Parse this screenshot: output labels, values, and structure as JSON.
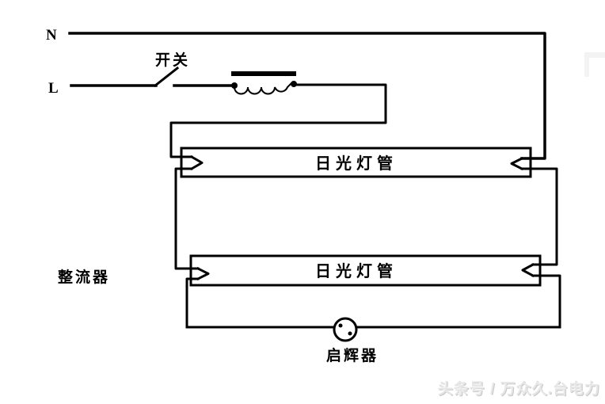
{
  "diagram": {
    "power": {
      "neutral_label": "N",
      "live_label": "L"
    },
    "switch": {
      "label": "开关"
    },
    "ballast": {
      "label": "整流器"
    },
    "tubes": [
      {
        "label": "日光灯管"
      },
      {
        "label": "日光灯管"
      }
    ],
    "starter": {
      "label": "启辉器"
    },
    "colors": {
      "line": "#000000",
      "background": "#ffffff",
      "watermark": "#e6e6e6"
    }
  },
  "watermark": {
    "text": "头条号 / 万众久.台电力"
  }
}
